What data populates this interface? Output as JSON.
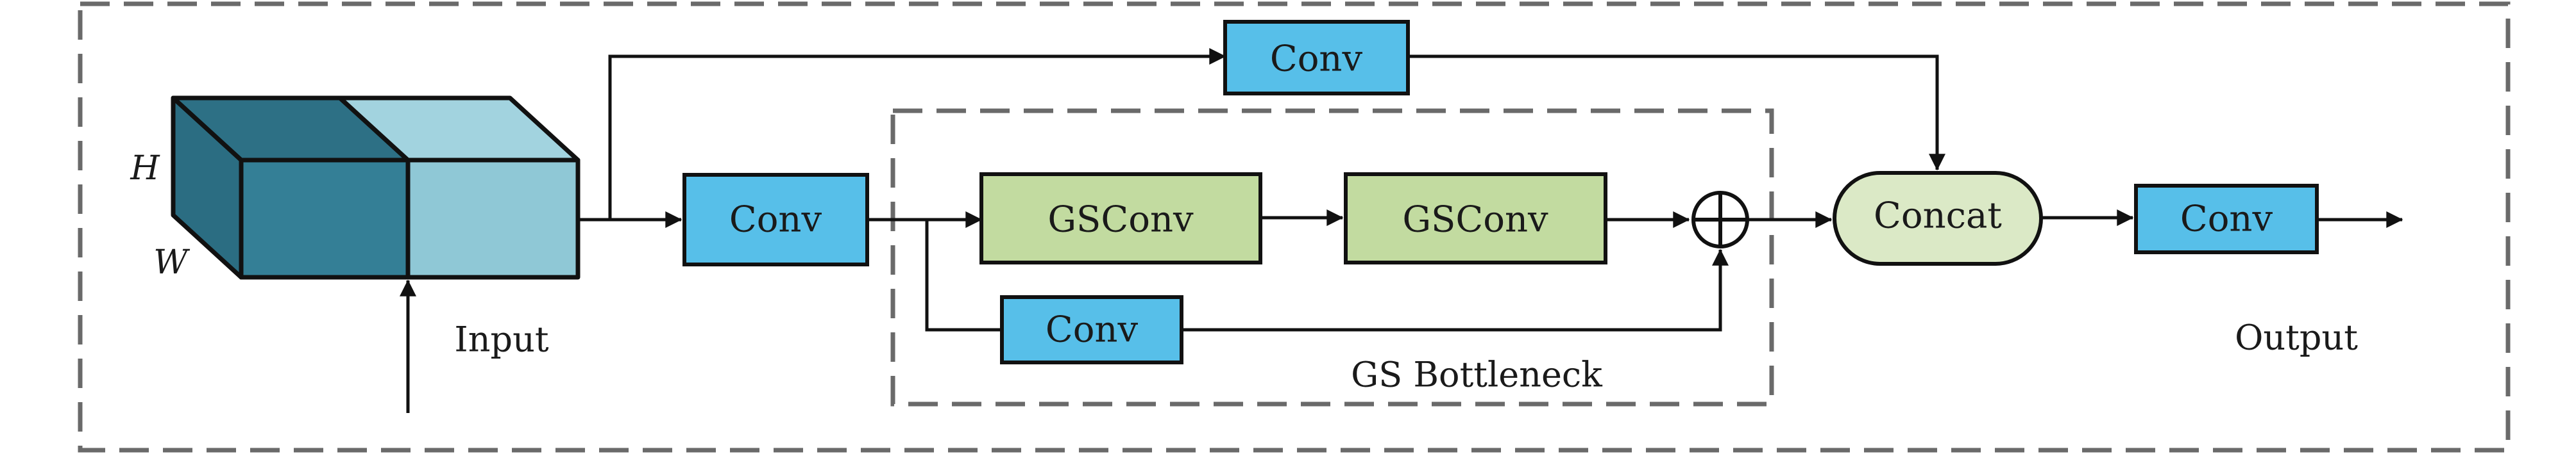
{
  "labels": {
    "input": "Input",
    "output": "Output",
    "bottleneck": "GS Bottleneck",
    "height": "H",
    "width": "W"
  },
  "blocks": {
    "conv_top": "Conv",
    "conv_entry": "Conv",
    "gsconv_1": "GSConv",
    "gsconv_2": "GSConv",
    "conv_bypass": "Conv",
    "concat": "Concat",
    "conv_out": "Conv"
  },
  "colors": {
    "conv_fill": "#57bfe9",
    "gsconv_fill": "#c2dba0",
    "concat_fill": "#dbe9c6",
    "cube_dark": "#347f96",
    "cube_dark_top": "#2d7085",
    "cube_light": "#8fc8d6",
    "cube_light_top": "#a2d3df"
  },
  "icons": {
    "sum_node": "circle-plus-icon"
  }
}
